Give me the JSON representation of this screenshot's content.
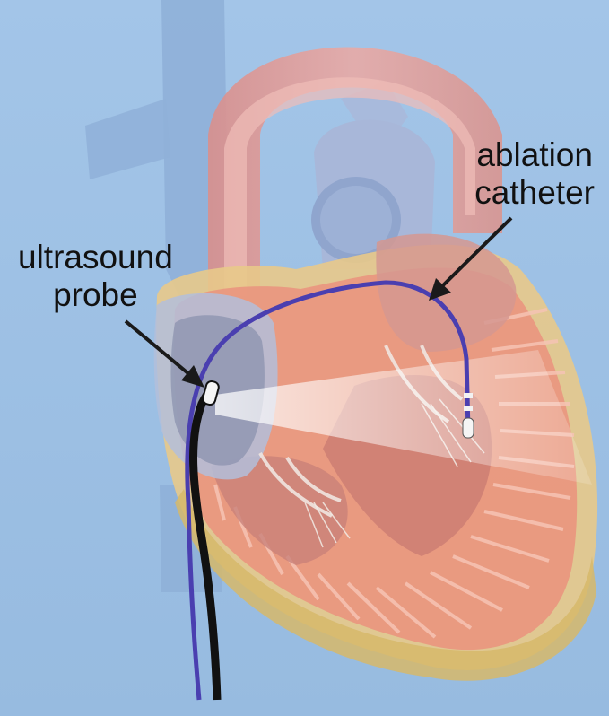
{
  "labels": {
    "ablation_catheter": {
      "line1": "ablation",
      "line2": "catheter"
    },
    "ultrasound_probe": {
      "line1": "ultrasound",
      "line2": "probe"
    }
  },
  "colors": {
    "background": "#9cbfe3",
    "vessel": "#8fb0d8",
    "heart_tissue": "#e8a8a0",
    "myocardium": "#e9967f",
    "pericardium": "#e8c98a",
    "catheter_blue": "#4a3fb0",
    "probe_black": "#111111",
    "arrow": "#1a1a1a"
  }
}
